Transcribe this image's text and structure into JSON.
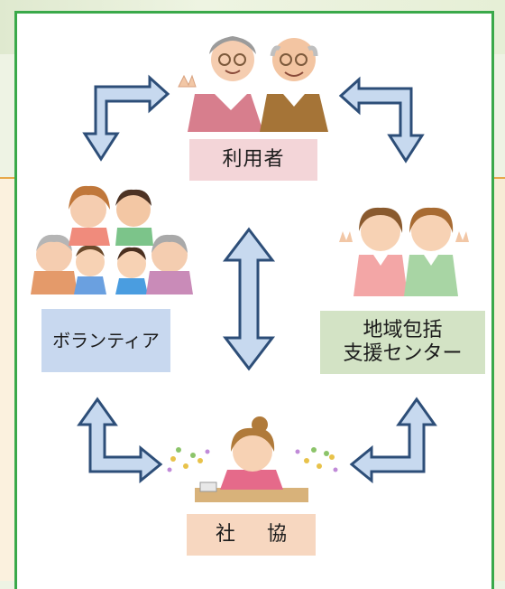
{
  "nodes": {
    "user": {
      "label": "利用者"
    },
    "volunteer": {
      "label": "ボランティア"
    },
    "center": {
      "line1": "地域包括",
      "line2": "支援センター"
    },
    "shakyo": {
      "label": "社 協"
    }
  },
  "colors": {
    "frame": "#3aa94a",
    "arrow_fill": "#c7d9ef",
    "arrow_stroke": "#2d4e78",
    "user_bg": "#f3d5d8",
    "volunteer_bg": "#c8d8ef",
    "center_bg": "#d3e3c5",
    "shakyo_bg": "#f7d7c0"
  },
  "icons": [
    "elderly-couple-illustration",
    "family-group-illustration",
    "two-women-waving-illustration",
    "staff-at-desk-illustration"
  ]
}
